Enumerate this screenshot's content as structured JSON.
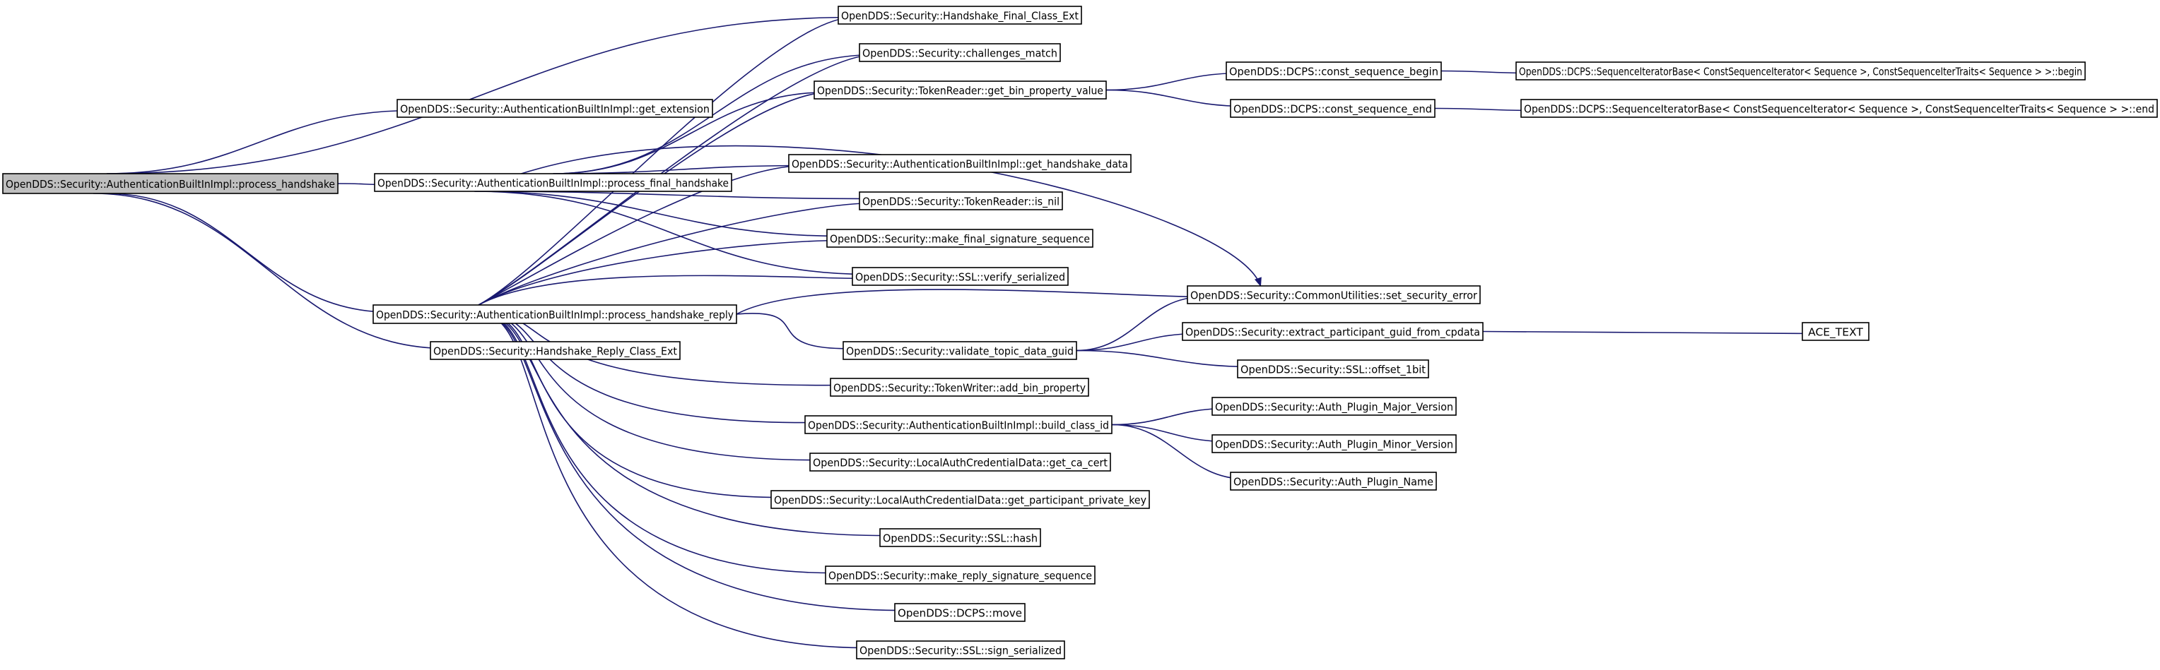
{
  "nodes": [
    {
      "id": "root",
      "label": "OpenDDS::Security::AuthenticationBuiltInImpl::process_handshake",
      "root": true
    },
    {
      "id": "get_extension",
      "label": "OpenDDS::Security::AuthenticationBuiltInImpl::get_extension"
    },
    {
      "id": "process_final_handshake",
      "label": "OpenDDS::Security::AuthenticationBuiltInImpl::process_final_handshake"
    },
    {
      "id": "process_handshake_reply",
      "label": "OpenDDS::Security::AuthenticationBuiltInImpl::process_handshake_reply"
    },
    {
      "id": "handshake_reply_class_ext",
      "label": "OpenDDS::Security::Handshake_Reply_Class_Ext"
    },
    {
      "id": "handshake_final_class_ext",
      "label": "OpenDDS::Security::Handshake_Final_Class_Ext"
    },
    {
      "id": "challenges_match",
      "label": "OpenDDS::Security::challenges_match"
    },
    {
      "id": "get_bin_property_value",
      "label": "OpenDDS::Security::TokenReader::get_bin_property_value"
    },
    {
      "id": "get_handshake_data",
      "label": "OpenDDS::Security::AuthenticationBuiltInImpl::get_handshake_data"
    },
    {
      "id": "is_nil",
      "label": "OpenDDS::Security::TokenReader::is_nil"
    },
    {
      "id": "make_final_signature_sequence",
      "label": "OpenDDS::Security::make_final_signature_sequence"
    },
    {
      "id": "verify_serialized",
      "label": "OpenDDS::Security::SSL::verify_serialized"
    },
    {
      "id": "validate_topic_data_guid",
      "label": "OpenDDS::Security::validate_topic_data_guid"
    },
    {
      "id": "add_bin_property",
      "label": "OpenDDS::Security::TokenWriter::add_bin_property"
    },
    {
      "id": "build_class_id",
      "label": "OpenDDS::Security::AuthenticationBuiltInImpl::build_class_id"
    },
    {
      "id": "get_ca_cert",
      "label": "OpenDDS::Security::LocalAuthCredentialData::get_ca_cert"
    },
    {
      "id": "get_participant_private_key",
      "label": "OpenDDS::Security::LocalAuthCredentialData::get_participant_private_key"
    },
    {
      "id": "hash",
      "label": "OpenDDS::Security::SSL::hash"
    },
    {
      "id": "make_reply_signature_sequence",
      "label": "OpenDDS::Security::make_reply_signature_sequence"
    },
    {
      "id": "move",
      "label": "OpenDDS::DCPS::move"
    },
    {
      "id": "sign_serialized",
      "label": "OpenDDS::Security::SSL::sign_serialized"
    },
    {
      "id": "const_sequence_begin",
      "label": "OpenDDS::DCPS::const_sequence_begin"
    },
    {
      "id": "const_sequence_end",
      "label": "OpenDDS::DCPS::const_sequence_end"
    },
    {
      "id": "set_security_error",
      "label": "OpenDDS::Security::CommonUtilities::set_security_error"
    },
    {
      "id": "extract_participant_guid_from_cpdata",
      "label": "OpenDDS::Security::extract_participant_guid_from_cpdata"
    },
    {
      "id": "offset_1bit",
      "label": "OpenDDS::Security::SSL::offset_1bit"
    },
    {
      "id": "auth_plugin_major_version",
      "label": "OpenDDS::Security::Auth_Plugin_Major_Version"
    },
    {
      "id": "auth_plugin_minor_version",
      "label": "OpenDDS::Security::Auth_Plugin_Minor_Version"
    },
    {
      "id": "auth_plugin_name",
      "label": "OpenDDS::Security::Auth_Plugin_Name"
    },
    {
      "id": "iter_begin",
      "label": "OpenDDS::DCPS::SequenceIteratorBase< ConstSequenceIterator< Sequence >, ConstSequenceIterTraits< Sequence > >::begin"
    },
    {
      "id": "iter_end",
      "label": "OpenDDS::DCPS::SequenceIteratorBase< ConstSequenceIterator< Sequence >, ConstSequenceIterTraits< Sequence > >::end"
    },
    {
      "id": "ace_text",
      "label": "ACE_TEXT"
    }
  ],
  "edges": [
    [
      "root",
      "get_extension"
    ],
    [
      "root",
      "handshake_final_class_ext"
    ],
    [
      "root",
      "process_final_handshake"
    ],
    [
      "root",
      "process_handshake_reply"
    ],
    [
      "root",
      "handshake_reply_class_ext"
    ],
    [
      "process_final_handshake",
      "challenges_match"
    ],
    [
      "process_final_handshake",
      "get_bin_property_value"
    ],
    [
      "process_final_handshake",
      "get_handshake_data"
    ],
    [
      "process_final_handshake",
      "is_nil"
    ],
    [
      "process_final_handshake",
      "make_final_signature_sequence"
    ],
    [
      "process_final_handshake",
      "verify_serialized"
    ],
    [
      "process_final_handshake",
      "set_security_error"
    ],
    [
      "process_handshake_reply",
      "handshake_final_class_ext"
    ],
    [
      "process_handshake_reply",
      "challenges_match"
    ],
    [
      "process_handshake_reply",
      "get_bin_property_value"
    ],
    [
      "process_handshake_reply",
      "get_handshake_data"
    ],
    [
      "process_handshake_reply",
      "is_nil"
    ],
    [
      "process_handshake_reply",
      "make_final_signature_sequence"
    ],
    [
      "process_handshake_reply",
      "verify_serialized"
    ],
    [
      "process_handshake_reply",
      "set_security_error"
    ],
    [
      "process_handshake_reply",
      "validate_topic_data_guid"
    ],
    [
      "process_handshake_reply",
      "add_bin_property"
    ],
    [
      "process_handshake_reply",
      "build_class_id"
    ],
    [
      "process_handshake_reply",
      "get_ca_cert"
    ],
    [
      "process_handshake_reply",
      "get_participant_private_key"
    ],
    [
      "process_handshake_reply",
      "hash"
    ],
    [
      "process_handshake_reply",
      "make_reply_signature_sequence"
    ],
    [
      "process_handshake_reply",
      "move"
    ],
    [
      "process_handshake_reply",
      "sign_serialized"
    ],
    [
      "get_bin_property_value",
      "const_sequence_begin"
    ],
    [
      "get_bin_property_value",
      "const_sequence_end"
    ],
    [
      "const_sequence_begin",
      "iter_begin"
    ],
    [
      "const_sequence_end",
      "iter_end"
    ],
    [
      "validate_topic_data_guid",
      "set_security_error"
    ],
    [
      "validate_topic_data_guid",
      "extract_participant_guid_from_cpdata"
    ],
    [
      "validate_topic_data_guid",
      "offset_1bit"
    ],
    [
      "extract_participant_guid_from_cpdata",
      "ace_text"
    ],
    [
      "build_class_id",
      "auth_plugin_major_version"
    ],
    [
      "build_class_id",
      "auth_plugin_minor_version"
    ],
    [
      "build_class_id",
      "auth_plugin_name"
    ]
  ]
}
